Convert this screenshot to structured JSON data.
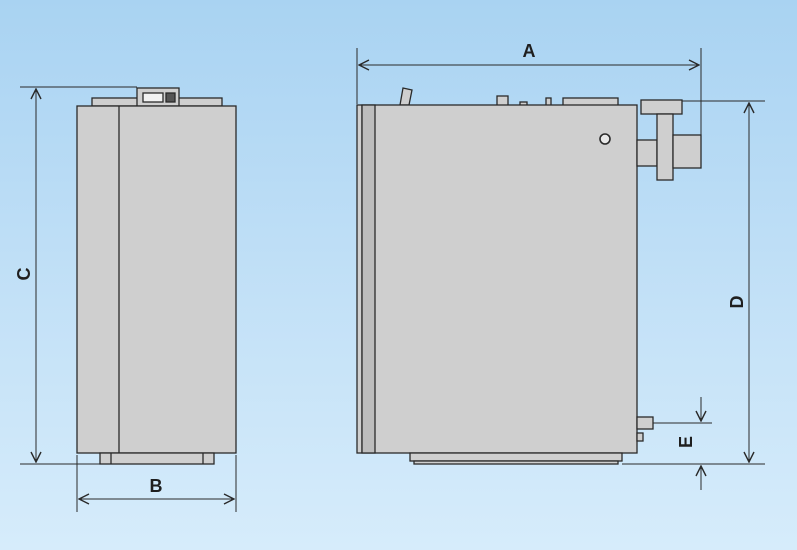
{
  "diagram": {
    "labels": {
      "a": "A",
      "b": "B",
      "c": "C",
      "d": "D",
      "e": "E"
    },
    "colors": {
      "background": "#b9dcf5",
      "body": "#cfcfcf",
      "outline": "#2a2a2a"
    }
  }
}
